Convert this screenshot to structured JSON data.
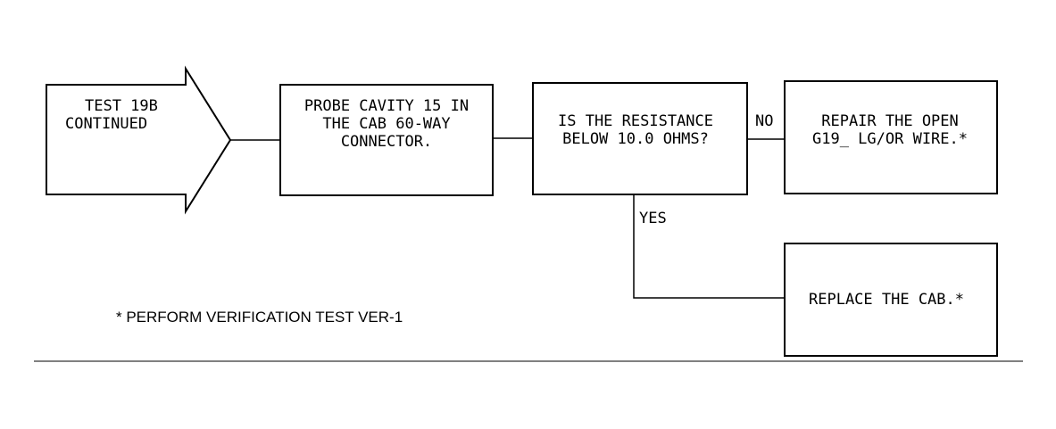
{
  "start": {
    "lines": [
      "TEST 19B",
      "CONTINUED"
    ]
  },
  "boxes": {
    "probe": {
      "lines": [
        "PROBE CAVITY 15 IN",
        "THE CAB 60-WAY",
        "CONNECTOR."
      ]
    },
    "question": {
      "lines": [
        "IS THE RESISTANCE",
        "BELOW 10.0 OHMS?"
      ]
    },
    "repair": {
      "lines": [
        "REPAIR THE OPEN",
        "G19_ LG/OR WIRE.*"
      ]
    },
    "replace": {
      "lines": [
        "REPLACE THE CAB.*"
      ]
    }
  },
  "branches": {
    "no_label": "NO",
    "yes_label": "YES"
  },
  "footnote": "* PERFORM VERIFICATION TEST VER-1"
}
